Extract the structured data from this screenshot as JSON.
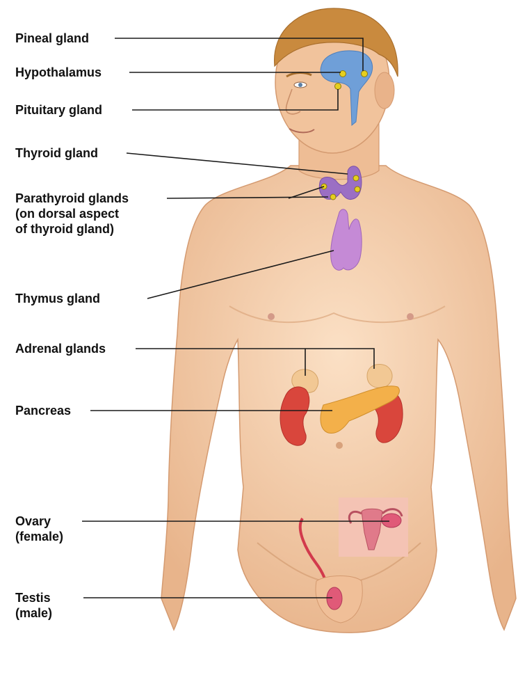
{
  "labels": {
    "pineal": "Pineal gland",
    "hypothalamus": "Hypothalamus",
    "pituitary": "Pituitary gland",
    "thyroid": "Thyroid gland",
    "parathyroid": [
      "Parathyroid glands",
      "(on dorsal aspect",
      "of thyroid gland)"
    ],
    "thymus": "Thymus gland",
    "adrenal": "Adrenal glands",
    "pancreas": "Pancreas",
    "ovary": [
      "Ovary",
      "(female)"
    ],
    "testis": [
      "Testis",
      "(male)"
    ]
  },
  "colors": {
    "skin": "#f3c9a4",
    "skin_shadow": "#dba77e",
    "hair": "#c98a3e",
    "brain": "#6f9fd8",
    "thyroid": "#9b6fc4",
    "thymus": "#c58ad6",
    "gland_dot": "#e6cf1e",
    "kidney": "#d9463c",
    "adrenal": "#f2c894",
    "pancreas": "#f3b04a",
    "repro": "#e05a78",
    "inset_bg": "#f4c3b4",
    "leader_line": "#1a1a1a"
  }
}
